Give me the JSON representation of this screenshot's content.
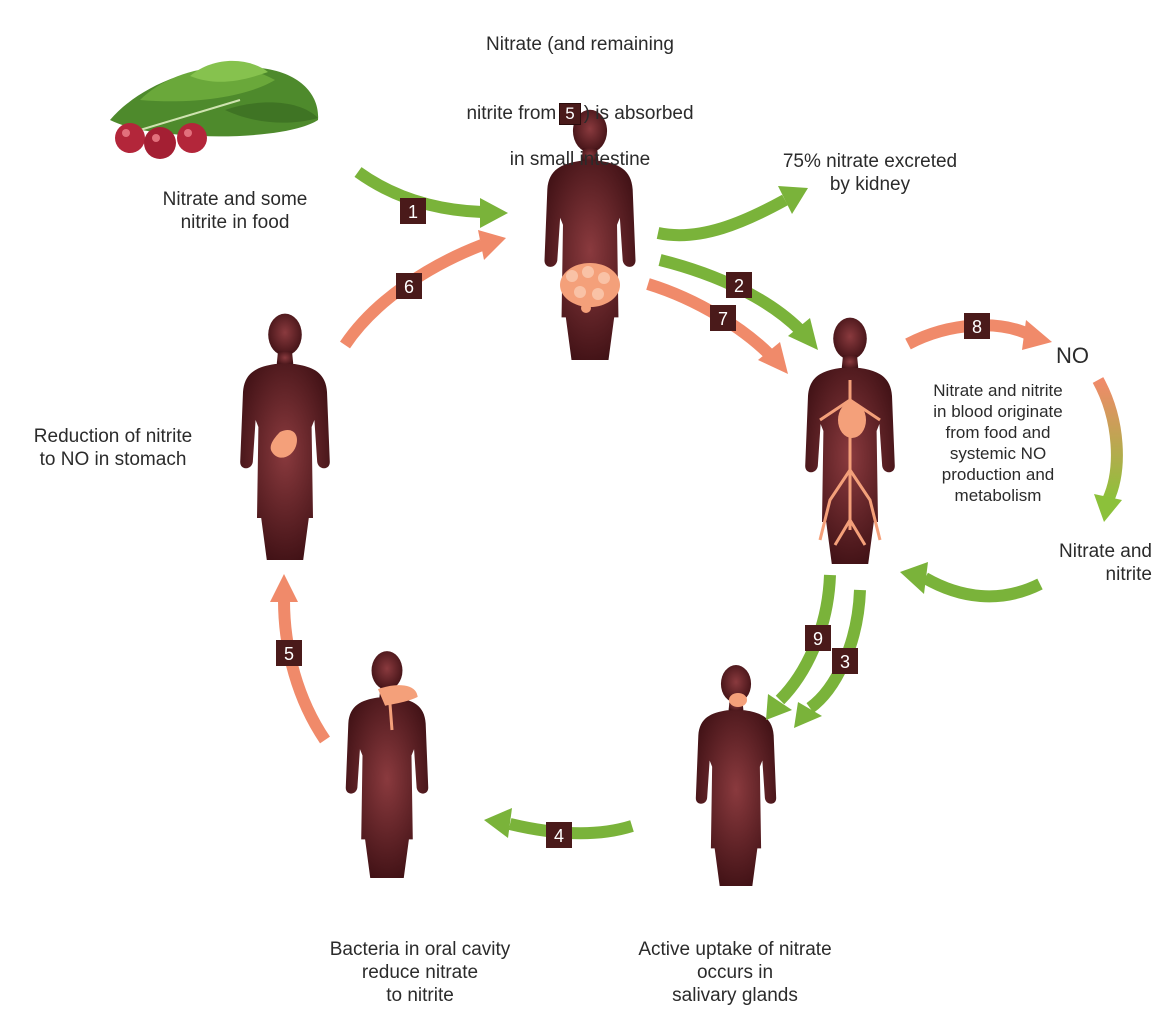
{
  "labels": {
    "absorbed_line1": "Nitrate (and remaining",
    "absorbed_pre": "nitrite from",
    "absorbed_ref": "5",
    "absorbed_post": ") is absorbed",
    "absorbed_line3": "in small intestine",
    "food": "Nitrate and some\nnitrite in food",
    "kidney": "75% nitrate excreted\nby kidney",
    "stomach": "Reduction of nitrite\nto NO in stomach",
    "blood": "Nitrate and nitrite\nin blood originate\nfrom food and\nsystemic NO\nproduction and\nmetabolism",
    "no": "NO",
    "nitrate_nitrite": "Nitrate and\nnitrite",
    "oral": "Bacteria in oral cavity\nreduce nitrate\nto nitrite",
    "salivary": "Active uptake of nitrate\noccurs in\nsalivary glands"
  },
  "steps": {
    "s1": "1",
    "s2": "2",
    "s3": "3",
    "s4": "4",
    "s5": "5",
    "s6": "6",
    "s7": "7",
    "s8": "8",
    "s9": "9"
  },
  "colors": {
    "silhouette": "#5a1e22",
    "organ": "#f4a07a",
    "green_arrow": "#7ab33a",
    "orange_arrow": "#f08a6a",
    "badge": "#4a1a1a"
  },
  "icons": {
    "food_image": "spinach-and-radish",
    "body": "human-silhouette"
  }
}
